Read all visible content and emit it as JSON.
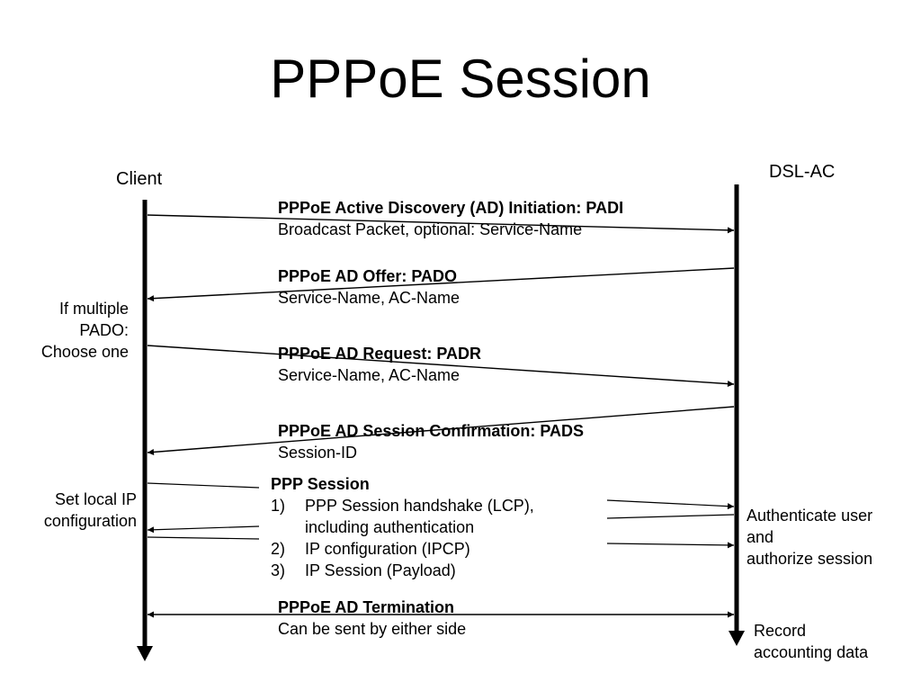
{
  "title": "PPPoE Session",
  "actors": {
    "client": "Client",
    "server": "DSL-AC"
  },
  "messages": [
    {
      "heading": "PPPoE Active Discovery (AD) Initiation: PADI",
      "detail": "Broadcast Packet, optional: Service-Name",
      "direction": "client-to-server"
    },
    {
      "heading": "PPPoE AD Offer: PADO",
      "detail": "Service-Name, AC-Name",
      "direction": "server-to-client"
    },
    {
      "heading": "PPPoE AD Request: PADR",
      "detail": "Service-Name, AC-Name",
      "direction": "client-to-server"
    },
    {
      "heading": "PPPoE AD Session Confirmation: PADS",
      "detail": "Session-ID",
      "direction": "server-to-client"
    },
    {
      "heading": "PPPoE AD Termination",
      "detail": "Can be sent by either side",
      "direction": "both"
    }
  ],
  "ppp_session": {
    "heading": "PPP Session",
    "items": [
      {
        "num": "1)",
        "text": "PPP Session handshake (LCP),",
        "cont": "including authentication"
      },
      {
        "num": "2)",
        "text": "IP configuration (IPCP)"
      },
      {
        "num": "3)",
        "text": "IP Session (Payload)"
      }
    ]
  },
  "client_notes": {
    "pado_choice": [
      "If multiple",
      "PADO:",
      "Choose one"
    ],
    "ip_config": [
      "Set local IP",
      "configuration"
    ]
  },
  "server_notes": {
    "auth": [
      "Authenticate user",
      "and",
      "authorize session"
    ],
    "accounting": [
      "Record",
      "accounting data"
    ]
  }
}
